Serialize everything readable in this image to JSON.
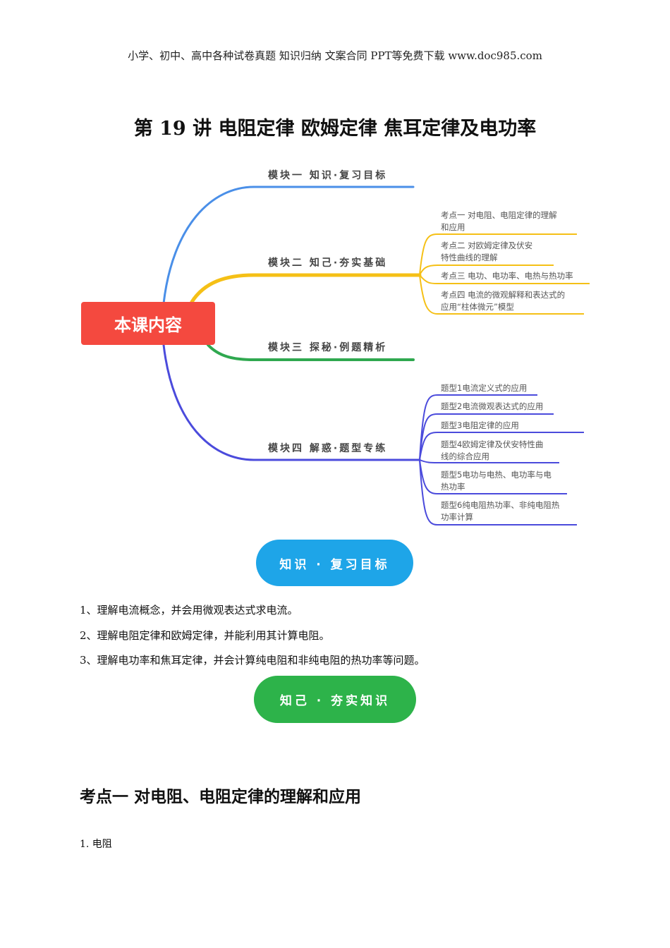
{
  "header": "小学、初中、高中各种试卷真题  知识归纳  文案合同  PPT等免费下载      www.doc985.com",
  "title": "第 19 讲    电阻定律  欧姆定律  焦耳定律及电功率",
  "mindmap": {
    "root": "本课内容",
    "branches": [
      "模块一  知识·复习目标",
      "模块二  知己·夯实基础",
      "模块三  探秘·例题精析",
      "模块四  解惑·题型专练"
    ],
    "kaodian": [
      "考点一    对电阻、电阻定律的理解",
      "和应用",
      "考点二    对欧姆定律及伏安",
      "特性曲线的理解",
      "考点三    电功、电功率、电热与热功率",
      "考点四    电流的微观解释和表达式的",
      "应用“柱体微元”模型"
    ],
    "tixing": [
      "题型1电流定义式的应用",
      "题型2电流微观表达式的应用",
      "题型3电阻定律的应用",
      "题型4欧姆定律及伏安特性曲",
      "线的综合应用",
      "题型5电功与电热、电功率与电",
      "热功率",
      "题型6纯电阻热功率、非纯电阻热",
      "功率计算"
    ]
  },
  "pill1": "知识 · 复习目标",
  "objectives": [
    "1、理解电流概念，并会用微观表达式求电流。",
    "2、理解电阻定律和欧姆定律，并能利用其计算电阻。",
    "3、理解电功率和焦耳定律，并会计算纯电阻和非纯电阻的热功率等问题。"
  ],
  "pill2": "知己 · 夯实知识",
  "section_heading": "考点一    对电阻、电阻定律的理解和应用",
  "item1": "1. 电阻"
}
